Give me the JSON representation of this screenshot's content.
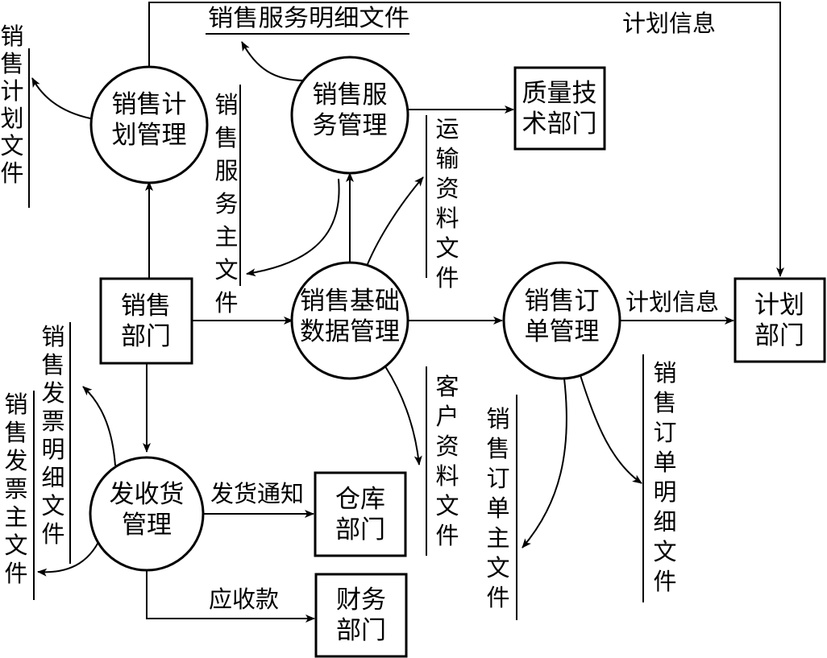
{
  "processes": {
    "plan_mgmt": [
      "销售计",
      "划管理"
    ],
    "service_mgmt": [
      "销售服",
      "务管理"
    ],
    "basic_data_mgmt": [
      "销售基础",
      "数据管理"
    ],
    "order_mgmt": [
      "销售订",
      "单管理"
    ],
    "shipping_mgmt": [
      "发收货",
      "管理"
    ]
  },
  "entities": {
    "sales_dept": [
      "销售",
      "部门"
    ],
    "quality_dept": [
      "质量技",
      "术部门"
    ],
    "planning_dept": [
      "计划",
      "部门"
    ],
    "warehouse_dept": [
      "仓库",
      "部门"
    ],
    "finance_dept": [
      "财务",
      "部门"
    ]
  },
  "data_stores": {
    "service_detail_file": "销售服务明细文件",
    "plan_file": "销售计划文件",
    "service_main_file": "销售服务主文件",
    "transport_file": "运输资料文件",
    "customer_file": "客户资料文件",
    "order_main_file": "销售订单主文件",
    "order_detail_file": "销售订单明细文件",
    "invoice_detail_file": "销售发票明细文件",
    "invoice_main_file": "销售发票主文件"
  },
  "flow_labels": {
    "plan_info_top": "计划信息",
    "plan_info_order": "计划信息",
    "ship_notice": "发货通知",
    "receivables": "应收款"
  }
}
